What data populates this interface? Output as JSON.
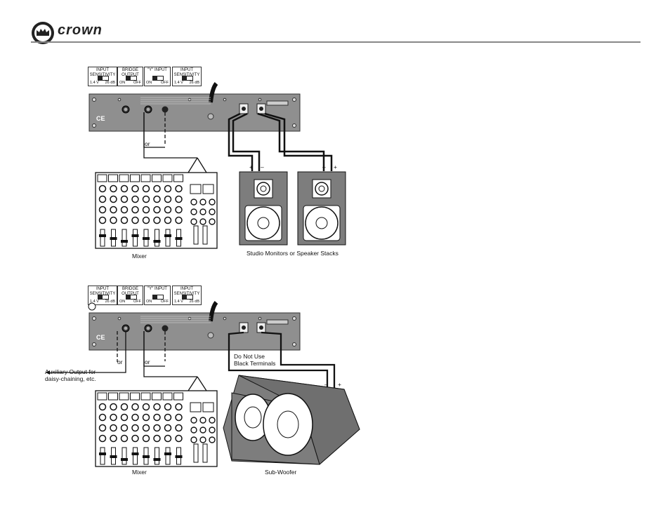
{
  "header": {
    "brand": "crown"
  },
  "colors": {
    "panel": "#8f8f8f",
    "speaker": "#7d7d7d",
    "line": "#111111"
  },
  "icons": {
    "logo": "crown-emblem-icon"
  },
  "switches": {
    "input_sensitivity": {
      "title1": "INPUT",
      "title2": "SENSITIVITY",
      "left": "1.4 V",
      "right": "26 dB"
    },
    "bridge_output": {
      "title1": "BRIDGE",
      "title2": "OUTPUT",
      "left": "ON",
      "right": "OFF"
    },
    "y_input": {
      "title1": "\"Y\" INPUT",
      "left": "ON",
      "right": "OFF"
    }
  },
  "diagram1": {
    "or_label": "or",
    "mixer_label": "Mixer",
    "speakers_label": "Studio Monitors or Speaker Stacks",
    "plus": "+",
    "minus": "–"
  },
  "diagram2": {
    "or_label_left": "or",
    "or_label_right": "or",
    "aux_label_line1": "Auxiliary Output for",
    "aux_label_line2": "daisy-chaining, etc.",
    "terminal_note_line1": "Do Not Use",
    "terminal_note_line2": "Black Terminals",
    "mixer_label": "Mixer",
    "subwoofer_label": "Sub-Woofer",
    "plus": "+",
    "minus": "–"
  }
}
